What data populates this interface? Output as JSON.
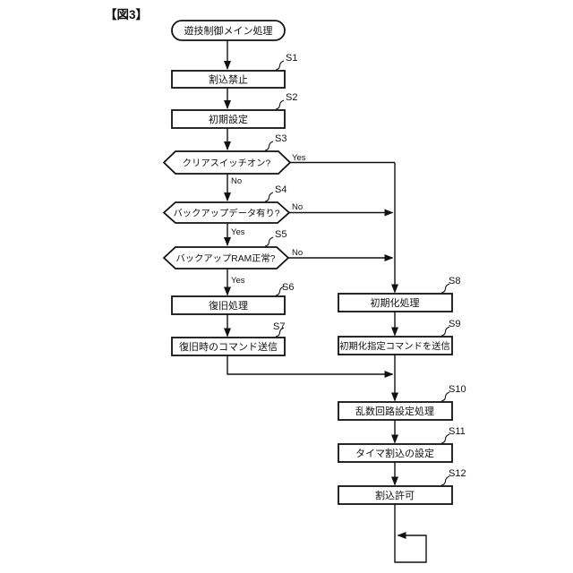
{
  "figure": {
    "title": "【図3】"
  },
  "colors": {
    "ink": "#111111",
    "background": "#ffffff"
  },
  "flowchart": {
    "start": {
      "label": "遊技制御メイン処理"
    },
    "branch_labels": {
      "yes": "Yes",
      "no": "No"
    },
    "steps": [
      {
        "id": "S1",
        "type": "process",
        "label": "割込禁止"
      },
      {
        "id": "S2",
        "type": "process",
        "label": "初期設定"
      },
      {
        "id": "S3",
        "type": "decision",
        "label": "クリアスイッチオン?"
      },
      {
        "id": "S4",
        "type": "decision",
        "label": "バックアップデータ有り?"
      },
      {
        "id": "S5",
        "type": "decision",
        "label": "バックアップRAM正常?"
      },
      {
        "id": "S6",
        "type": "process",
        "label": "復旧処理"
      },
      {
        "id": "S7",
        "type": "process",
        "label": "復旧時のコマンド送信"
      },
      {
        "id": "S8",
        "type": "process",
        "label": "初期化処理"
      },
      {
        "id": "S9",
        "type": "process",
        "label": "初期化指定コマンドを送信"
      },
      {
        "id": "S10",
        "type": "process",
        "label": "乱数回路設定処理"
      },
      {
        "id": "S11",
        "type": "process",
        "label": "タイマ割込の設定"
      },
      {
        "id": "S12",
        "type": "process",
        "label": "割込許可"
      }
    ]
  }
}
